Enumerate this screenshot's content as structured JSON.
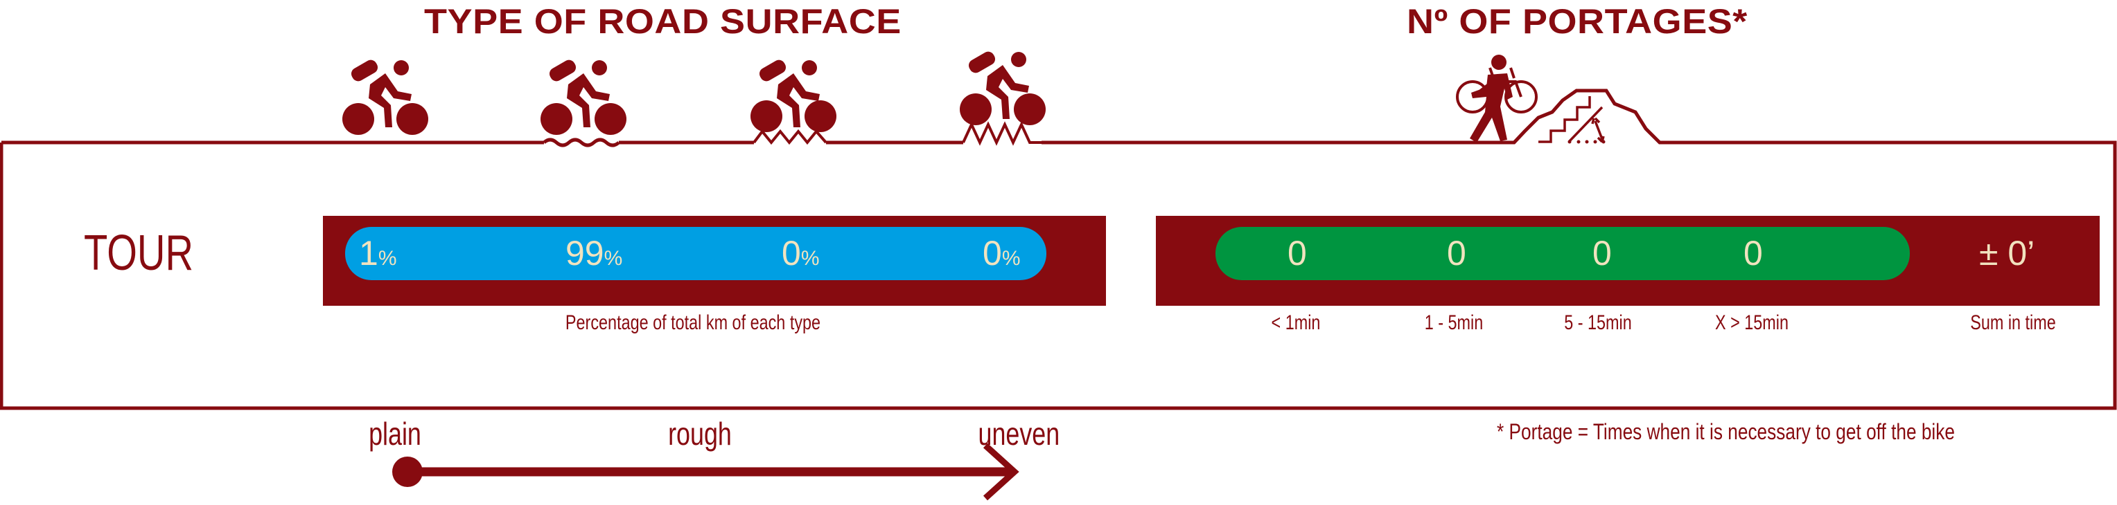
{
  "colors": {
    "brand": "#870b10",
    "surface_bar": "#009fe3",
    "portage_bar": "#009540",
    "value_text": "#f1e3bf"
  },
  "surface": {
    "title": "TYPE OF ROAD SURFACE",
    "icons": [
      "cyclist-plain-icon",
      "cyclist-rough-icon",
      "cyclist-uneven-icon",
      "cyclist-very-uneven-icon"
    ],
    "values": [
      {
        "num": "1",
        "unit": "%"
      },
      {
        "num": "99",
        "unit": "%"
      },
      {
        "num": "0",
        "unit": "%"
      },
      {
        "num": "0",
        "unit": "%"
      }
    ],
    "caption": "Percentage of total km of each type"
  },
  "portages": {
    "title": "Nº OF PORTAGES*",
    "icon": "portage-hiker-with-bike-icon",
    "values": [
      "0",
      "0",
      "0",
      "0"
    ],
    "sum": "± 0’",
    "labels": [
      "< 1min",
      "1 - 5min",
      "5 - 15min",
      "X > 15min",
      "Sum in time"
    ]
  },
  "row": {
    "label": "TOUR"
  },
  "scale": {
    "labels": [
      "plain",
      "rough",
      "uneven"
    ]
  },
  "footnote": "* Portage = Times when it is necessary to get off the bike",
  "chart_data": {
    "type": "table",
    "title": "TYPE OF ROAD SURFACE / Nº OF PORTAGES*",
    "rows": [
      {
        "route": "TOUR",
        "surface_pct": {
          "plain": 1,
          "rough": 99,
          "uneven": 0,
          "very_uneven": 0
        },
        "portages": {
          "<1min": 0,
          "1-5min": 0,
          "5-15min": 0,
          ">15min": 0
        },
        "sum_in_time": "± 0’"
      }
    ],
    "surface_caption": "Percentage of total km of each type",
    "portage_columns": [
      "< 1min",
      "1 - 5min",
      "5 - 15min",
      "X > 15min",
      "Sum in time"
    ],
    "scale": [
      "plain",
      "rough",
      "uneven"
    ]
  }
}
